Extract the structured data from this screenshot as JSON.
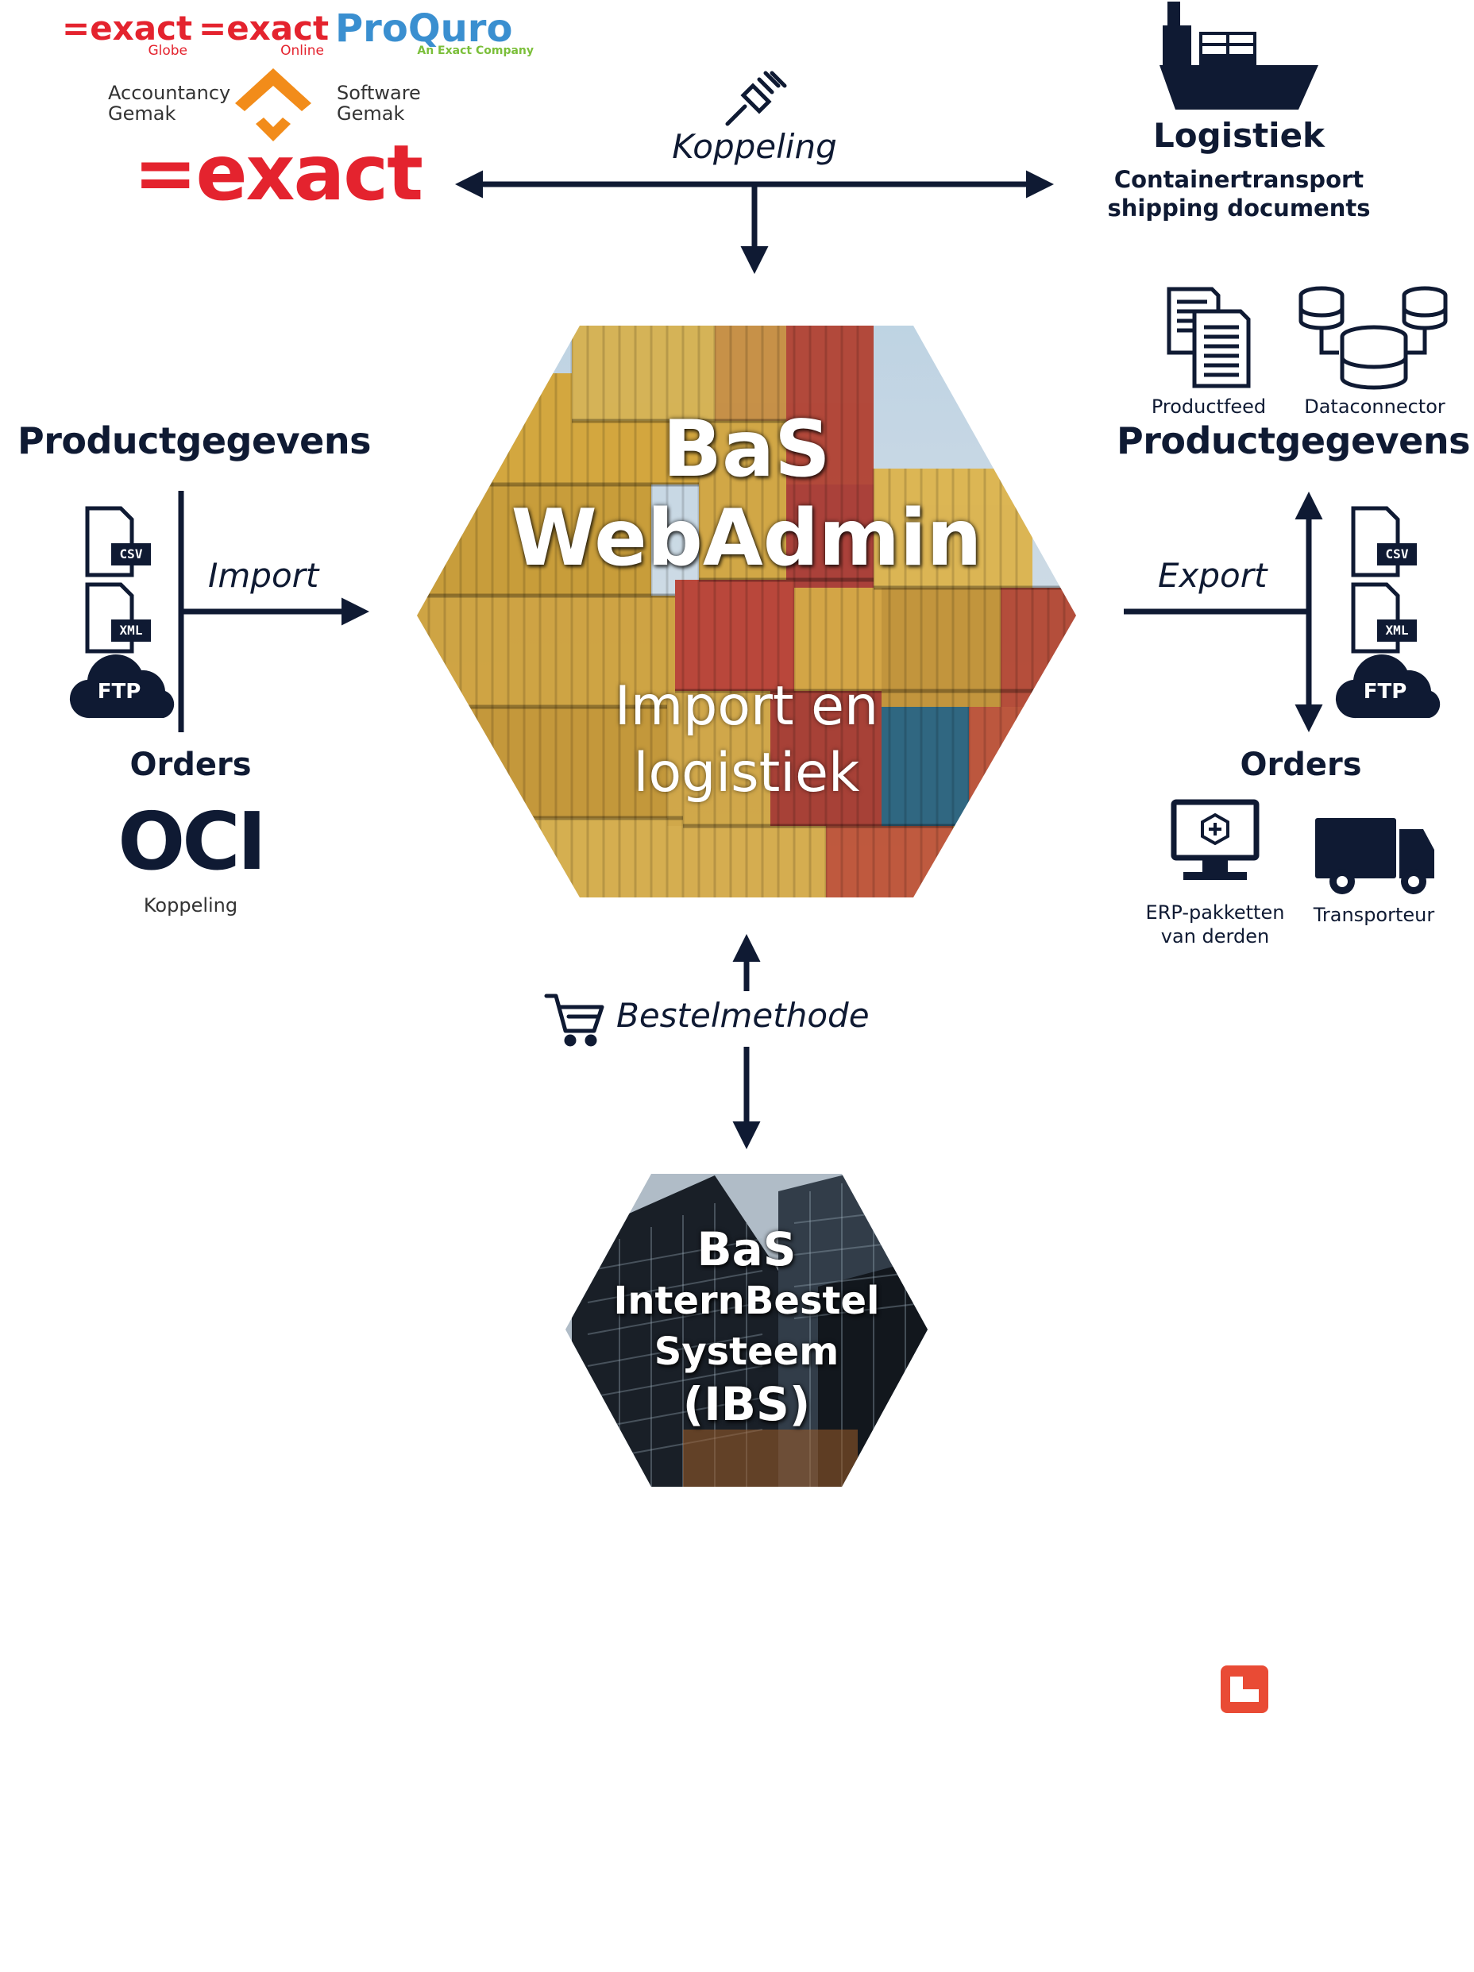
{
  "logos": {
    "exact_globe": {
      "word": "=exact",
      "sub": "Globe"
    },
    "exact_online": {
      "word": "=exact",
      "sub": "Online"
    },
    "proquro": {
      "word": "ProQuro",
      "sub": "An Exact Company"
    },
    "accountancy": "Accountancy\nGemak",
    "software": "Software\nGemak",
    "exact_main": "=exact"
  },
  "koppeling_top": "Koppeling",
  "logistiek": {
    "title": "Logistiek",
    "line1": "Containertransport",
    "line2": "shipping documents"
  },
  "right_icons": {
    "productfeed": "Productfeed",
    "dataconnector": "Dataconnector"
  },
  "left": {
    "heading": "Productgegevens",
    "import_label": "Import",
    "file1": "CSV",
    "file2": "XML",
    "ftp": "FTP",
    "orders": "Orders",
    "oci": "OCI",
    "oci_sub": "Koppeling"
  },
  "right": {
    "heading": "Productgegevens",
    "export_label": "Export",
    "file1": "CSV",
    "file2": "XML",
    "ftp": "FTP",
    "orders": "Orders",
    "erp": "ERP-pakketten\nvan derden",
    "transporteur": "Transporteur"
  },
  "center_hex": {
    "title1": "BaS",
    "title2": "WebAdmin",
    "subtitle1": "Import en",
    "subtitle2": "logistiek"
  },
  "bestelmethode": "Bestelmethode",
  "bottom_hex": {
    "line1": "BaS",
    "line2": "InternBestel",
    "line3": "Systeem",
    "line4": "(IBS)"
  },
  "colors": {
    "navy": "#0f1a33",
    "exact_red": "#e4232e",
    "proquro_blue": "#3a8fd0",
    "proquro_green": "#7bbf3a",
    "gemak_orange": "#f28c1a"
  }
}
